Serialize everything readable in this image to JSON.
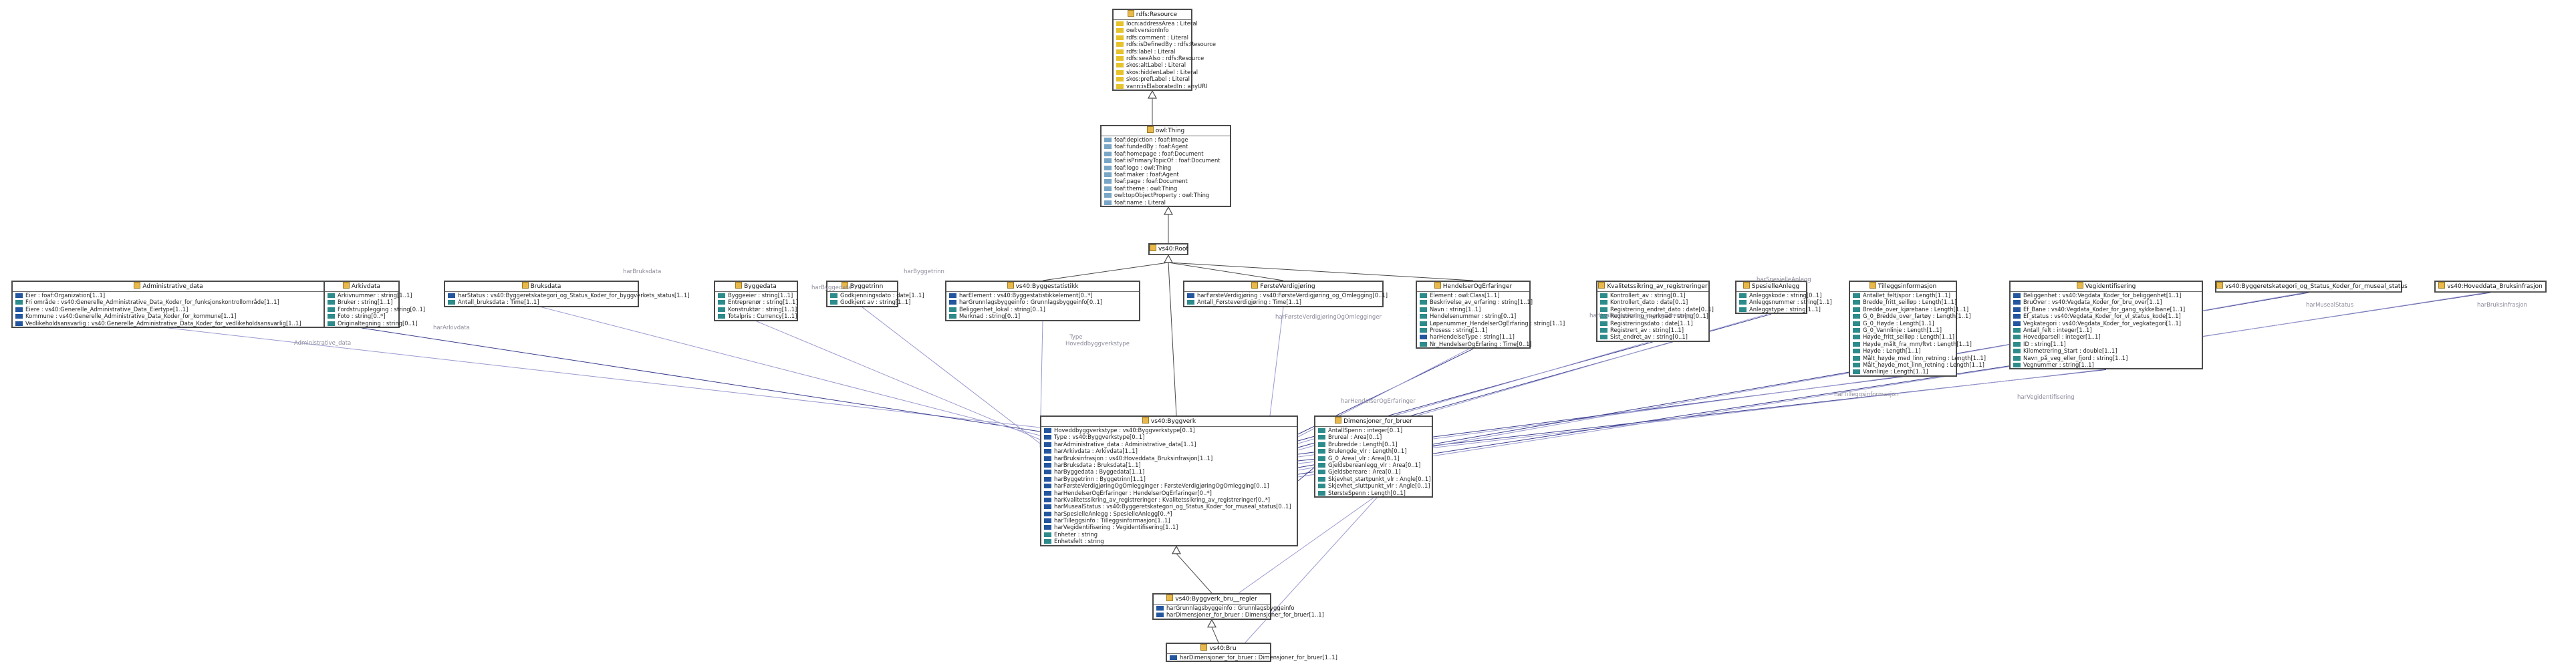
{
  "classes": [
    {
      "id": "rdfs",
      "title": "rdfs:Resource",
      "attrs": [
        {
          "k": "y",
          "t": "locn:addressArea : Literal"
        },
        {
          "k": "y",
          "t": "owl:versionInfo"
        },
        {
          "k": "y",
          "t": "rdfs:comment : Literal"
        },
        {
          "k": "y",
          "t": "rdfs:isDefinedBy : rdfs:Resource"
        },
        {
          "k": "y",
          "t": "rdfs:label : Literal"
        },
        {
          "k": "y",
          "t": "rdfs:seeAlso : rdfs:Resource"
        },
        {
          "k": "y",
          "t": "skos:altLabel : Literal"
        },
        {
          "k": "y",
          "t": "skos:hiddenLabel : Literal"
        },
        {
          "k": "y",
          "t": "skos:prefLabel : Literal"
        },
        {
          "k": "y",
          "t": "vann:isElaboratedIn : anyURI"
        }
      ]
    },
    {
      "id": "owl",
      "title": "owl:Thing",
      "attrs": [
        {
          "k": "g",
          "t": "foaf:depiction : foaf:Image"
        },
        {
          "k": "g",
          "t": "foaf:fundedBy : foaf:Agent"
        },
        {
          "k": "g",
          "t": "foaf:homepage : foaf:Document"
        },
        {
          "k": "g",
          "t": "foaf:isPrimaryTopicOf : foaf:Document"
        },
        {
          "k": "g",
          "t": "foaf:logo : owl:Thing"
        },
        {
          "k": "g",
          "t": "foaf:maker : foaf:Agent"
        },
        {
          "k": "g",
          "t": "foaf:page : foaf:Document"
        },
        {
          "k": "g",
          "t": "foaf:theme : owl:Thing"
        },
        {
          "k": "g",
          "t": "owl:topObjectProperty : owl:Thing"
        },
        {
          "k": "g",
          "t": "foaf:name : Literal"
        }
      ]
    },
    {
      "id": "vroot",
      "title": "vs40:Root",
      "attrs": []
    },
    {
      "id": "admin",
      "title": "Administrative_data",
      "attrs": [
        {
          "k": "b",
          "t": "Eier : foaf:Organization[1..1]"
        },
        {
          "k": "t",
          "t": "Fri område : vs40:Generelle_Administrative_Data_Koder_for_funksjonskontrollområde[1..1]"
        },
        {
          "k": "b",
          "t": "Eiere : vs40:Generelle_Administrative_Data_Eiertype[1..1]"
        },
        {
          "k": "b",
          "t": "Kommune : vs40:Generelle_Administrative_Data_Koder_for_kommune[1..1]"
        },
        {
          "k": "b",
          "t": "Vedlikeholdsansvarlig : vs40:Generelle_Administrative_Data_Koder_for_vedlikeholdsansvarlig[1..1]"
        }
      ]
    },
    {
      "id": "arkiv",
      "title": "Arkivdata",
      "attrs": [
        {
          "k": "t",
          "t": "Arkivnummer : string[1..1]"
        },
        {
          "k": "t",
          "t": "Bruker : string[1..1]"
        },
        {
          "k": "t",
          "t": "Fordstrupplegging : string[0..1]"
        },
        {
          "k": "t",
          "t": "Foto : string[0..*]"
        },
        {
          "k": "t",
          "t": "Originaltegning : string[0..1]"
        }
      ]
    },
    {
      "id": "bruk",
      "title": "Bruksdata",
      "attrs": [
        {
          "k": "b",
          "t": "harStatus : vs40:Byggeretskategori_og_Status_Koder_for_byggverkets_status[1..1]"
        },
        {
          "k": "t",
          "t": "Antall_bruksdata : Time[1..1]"
        }
      ]
    },
    {
      "id": "byggdata",
      "title": "Byggedata",
      "attrs": [
        {
          "k": "t",
          "t": "Byggeeier : string[1..1]"
        },
        {
          "k": "t",
          "t": "Entreprenør : string[1..1]"
        },
        {
          "k": "t",
          "t": "Konstruktør : string[1..1]"
        },
        {
          "k": "t",
          "t": "Totalpris : Currency[1..1]"
        }
      ]
    },
    {
      "id": "byggetr",
      "title": "Byggetrinn",
      "attrs": [
        {
          "k": "t",
          "t": "Godkjenningsdato : date[1..1]"
        },
        {
          "k": "t",
          "t": "Godkjent av : string[1..1]"
        }
      ]
    },
    {
      "id": "byggestat",
      "title": "vs40:Byggestatistikk",
      "attrs": [
        {
          "k": "b",
          "t": "harElement : vs40:Byggestatistikkelement[0..*]"
        },
        {
          "k": "b",
          "t": "harGrunnlagsbyggeinfo : Grunnlagsbyggeinfo[0..1]"
        },
        {
          "k": "t",
          "t": "Beliggenhet_lokal : string[0..1]"
        },
        {
          "k": "t",
          "t": "Merknad : string[0..1]"
        }
      ]
    },
    {
      "id": "forst",
      "title": "FørsteVerdigjøring",
      "attrs": [
        {
          "k": "b",
          "t": "harFørsteVerdigjøring : vs40:FørsteVerdigjøring_og_Omlegging[0..1]"
        },
        {
          "k": "t",
          "t": "Antall_Førsteverdigjøring : Time[1..1]"
        }
      ]
    },
    {
      "id": "hend",
      "title": "HendelserOgErfaringer",
      "attrs": [
        {
          "k": "t",
          "t": "Element : owl:Class[1..1]"
        },
        {
          "k": "t",
          "t": "Beskrivelse_av_erfaring : string[1..1]"
        },
        {
          "k": "t",
          "t": "Navn : string[1..1]"
        },
        {
          "k": "t",
          "t": "Hendelsenummer : string[0..1]"
        },
        {
          "k": "t",
          "t": "Løpenummer_HendelserOgErfaring : string[1..1]"
        },
        {
          "k": "t",
          "t": "Prosess : string[1..1]"
        },
        {
          "k": "b",
          "t": "harHendelseType : string[1..1]"
        },
        {
          "k": "t",
          "t": "Nr_HendelserOgErfaring : Time[0..1]"
        }
      ]
    },
    {
      "id": "kval",
      "title": "Kvalitetssikring_av_registreringer",
      "attrs": [
        {
          "k": "t",
          "t": "Kontrollert_av : string[0..1]"
        },
        {
          "k": "t",
          "t": "Kontrollert_dato : date[0..1]"
        },
        {
          "k": "t",
          "t": "Registrering_endret_dato : date[0..1]"
        },
        {
          "k": "t",
          "t": "Registrering_merknad : string[0..1]"
        },
        {
          "k": "t",
          "t": "Registreringsdato : date[1..1]"
        },
        {
          "k": "t",
          "t": "Registrert_av : string[1..1]"
        },
        {
          "k": "t",
          "t": "Sist_endret_av : string[0..1]"
        }
      ]
    },
    {
      "id": "spes",
      "title": "SpesielleAnlegg",
      "attrs": [
        {
          "k": "t",
          "t": "Anleggskode : string[0..1]"
        },
        {
          "k": "t",
          "t": "Anleggsnummer : string[1..1]"
        },
        {
          "k": "t",
          "t": "Anleggstype : string[1..1]"
        }
      ]
    },
    {
      "id": "till",
      "title": "Tilleggsinformasjon",
      "attrs": [
        {
          "k": "t",
          "t": "Antallet_felt/spor : Length[1..1]"
        },
        {
          "k": "t",
          "t": "Bredde_fritt_seilløp : Length[1..1]"
        },
        {
          "k": "t",
          "t": "Bredde_over_kjørebane : Length[1..1]"
        },
        {
          "k": "t",
          "t": "G_0_Bredde_over_fartøy : Length[1..1]"
        },
        {
          "k": "t",
          "t": "G_0_Høyde : Length[1..1]"
        },
        {
          "k": "t",
          "t": "G_0_Vannlinje : Length[1..1]"
        },
        {
          "k": "t",
          "t": "Høyde_fritt_seilløp : Length[1..1]"
        },
        {
          "k": "t",
          "t": "Høyde_målt_fra_mm/ftvt : Length[1..1]"
        },
        {
          "k": "t",
          "t": "Høyde : Length[1..1]"
        },
        {
          "k": "t",
          "t": "Målt_høyde_med_linn_retning : Length[1..1]"
        },
        {
          "k": "t",
          "t": "Målt_høyde_mot_linn_retning : Length[1..1]"
        },
        {
          "k": "t",
          "t": "Vannlinje : Length[1..1]"
        }
      ]
    },
    {
      "id": "vegid",
      "title": "Vegidentifisering",
      "attrs": [
        {
          "k": "b",
          "t": "Beliggenhet : vs40:Vegdata_Koder_for_beliggenhet[1..1]"
        },
        {
          "k": "b",
          "t": "BruOver : vs40:Vegdata_Koder_for_bru_over[1..1]"
        },
        {
          "k": "b",
          "t": "Ef_Bane : vs40:Vegdata_Koder_for_gang_sykkelbane[1..1]"
        },
        {
          "k": "b",
          "t": "Ef_status : vs40:Vegdata_Koder_for_vl_status_kode[1..1]"
        },
        {
          "k": "b",
          "t": "Vegkategori : vs40:Vegdata_Koder_for_vegkategori[1..1]"
        },
        {
          "k": "t",
          "t": "Antall_felt : integer[1..1]"
        },
        {
          "k": "t",
          "t": "Hovedparsell : integer[1..1]"
        },
        {
          "k": "t",
          "t": "ID : string[1..1]"
        },
        {
          "k": "t",
          "t": "Kilometrering_Start : double[1..1]"
        },
        {
          "k": "t",
          "t": "Navn_på_veg_eller_fjord : string[1..1]"
        },
        {
          "k": "t",
          "t": "Vegnummer : string[1..1]"
        }
      ]
    },
    {
      "id": "bkat",
      "title": "vs40:Byggeretskategori_og_Status_Koder_for_museal_status",
      "attrs": []
    },
    {
      "id": "hovl",
      "title": "vs40:Hoveddata_Bruksinfrasjon",
      "attrs": []
    },
    {
      "id": "vbygg",
      "title": "vs40:Byggverk",
      "attrs": [
        {
          "k": "b",
          "t": "Hoveddbyggverkstype : vs40:Byggverkstype[0..1]"
        },
        {
          "k": "b",
          "t": "Type : vs40:Byggverkstype[0..1]"
        },
        {
          "k": "b",
          "t": "harAdministrative_data : Administrative_data[1..1]"
        },
        {
          "k": "b",
          "t": "harArkivdata : Arkivdata[1..1]"
        },
        {
          "k": "b",
          "t": "harBruksinfrasjon : vs40:Hoveddata_Bruksinfrasjon[1..1]"
        },
        {
          "k": "b",
          "t": "harBruksdata : Bruksdata[1..1]"
        },
        {
          "k": "b",
          "t": "harByggedata : Byggedata[1..1]"
        },
        {
          "k": "b",
          "t": "harByggetrinn : Byggetrinn[1..1]"
        },
        {
          "k": "b",
          "t": "harFørsteVerdigjøringOgOmlegginger : FørsteVerdigjøringOgOmlegging[0..1]"
        },
        {
          "k": "b",
          "t": "harHendelserOgErfaringer : HendelserOgErfaringer[0..*]"
        },
        {
          "k": "b",
          "t": "harKvalitetssikring_av_registreringer : Kvalitetssikring_av_registreringer[0..*]"
        },
        {
          "k": "b",
          "t": "harMusealStatus : vs40:Byggeretskategori_og_Status_Koder_for_museal_status[0..1]"
        },
        {
          "k": "b",
          "t": "harSpesielleAnlegg : SpesielleAnlegg[0..*]"
        },
        {
          "k": "b",
          "t": "harTilleggsinfo : Tilleggsinformasjon[1..1]"
        },
        {
          "k": "b",
          "t": "harVegidentifisering : Vegidentifisering[1..1]"
        },
        {
          "k": "t",
          "t": "Enheter : string"
        },
        {
          "k": "t",
          "t": "Enhetsfelt : string"
        }
      ]
    },
    {
      "id": "dim",
      "title": "Dimensjoner_for_bruer",
      "attrs": [
        {
          "k": "t",
          "t": "AntallSpenn : integer[0..1]"
        },
        {
          "k": "t",
          "t": "Brureal : Area[0..1]"
        },
        {
          "k": "t",
          "t": "Brubredde : Length[0..1]"
        },
        {
          "k": "t",
          "t": "Brulengde_vlr : Length[0..1]"
        },
        {
          "k": "t",
          "t": "G_0_Areal_vlr : Area[0..1]"
        },
        {
          "k": "t",
          "t": "Gjeldsbereanlegg_vlr : Area[0..1]"
        },
        {
          "k": "t",
          "t": "Gjeldsbereare : Area[0..1]"
        },
        {
          "k": "t",
          "t": "Skjevhet_startpunkt_vlr : Angle[0..1]"
        },
        {
          "k": "t",
          "t": "Skjevhet_sluttpunkt_vlr : Angle[0..1]"
        },
        {
          "k": "t",
          "t": "StørsteSpenn : Length[0..1]"
        }
      ]
    },
    {
      "id": "vbvn",
      "title": "vs40:Byggverk_bru__regler",
      "attrs": [
        {
          "k": "b",
          "t": "harGrunnlagsbyggeinfo : Grunnlagsbyggeinfo"
        },
        {
          "k": "b",
          "t": "harDimensjoner_for_bruer : Dimensjoner_for_bruer[1..1]"
        }
      ]
    },
    {
      "id": "vdk",
      "title": "vs40:Bru",
      "attrs": [
        {
          "k": "b",
          "t": "harDimensjoner_for_bruer : Dimensjoner_for_bruer[1..1]"
        }
      ]
    }
  ],
  "edge_labels": [
    {
      "id": "e-admin",
      "text": "Administrative_data"
    },
    {
      "id": "e-arkiv",
      "text": "harArkivdata"
    },
    {
      "id": "e-bruk",
      "text": "harBruksdata"
    },
    {
      "id": "e-bygg",
      "text": "harByggedata"
    },
    {
      "id": "e-trinn",
      "text": "harByggetrinn"
    },
    {
      "id": "e-type",
      "text": "Type"
    },
    {
      "id": "e-hovtype",
      "text": "Hoveddbyggverkstype"
    },
    {
      "id": "e-forst",
      "text": "harFørsteVerdigjøringOgOmlegginger"
    },
    {
      "id": "e-hend",
      "text": "harHendelserOgErfaringer"
    },
    {
      "id": "e-kval",
      "text": "harKvalitetssikring_av_registreringer"
    },
    {
      "id": "e-spes",
      "text": "harSpesielleAnlegg"
    },
    {
      "id": "e-till",
      "text": "harTilleggsinformasjon"
    },
    {
      "id": "e-veg",
      "text": "harVegidentifisering"
    },
    {
      "id": "e-mus",
      "text": "harMusealStatus"
    },
    {
      "id": "e-hovl",
      "text": "harBruksinfrasjon"
    }
  ]
}
